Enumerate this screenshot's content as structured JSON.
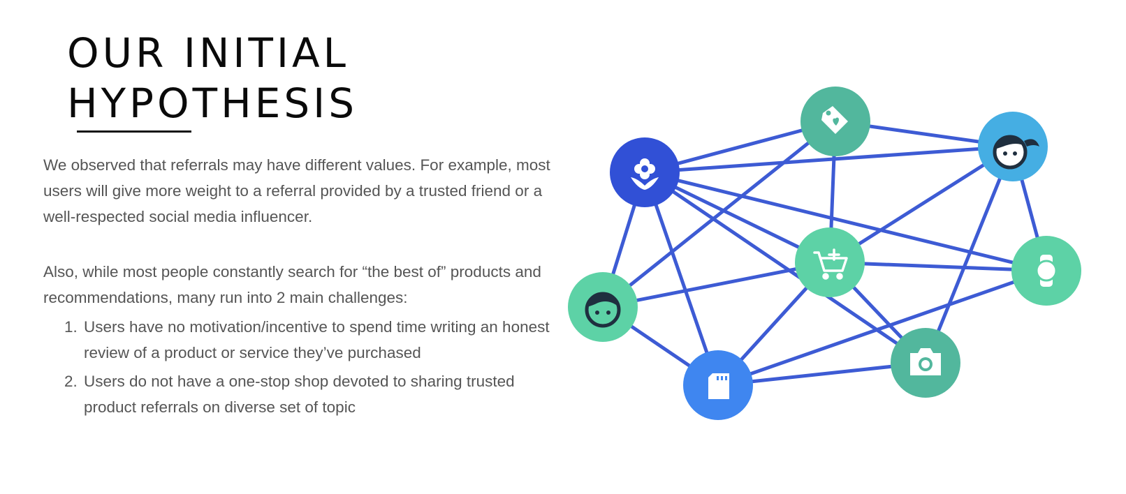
{
  "header": {
    "title_line_1": "OUR INITIAL",
    "title_line_2": "HYPOTHESIS"
  },
  "content": {
    "paragraph_1": "We observed that referrals may have different values. For example, most users will give more weight to a referral provided by a trusted friend or a well-respected social media influencer.",
    "paragraph_2": "Also, while most people constantly search for “the best of” products and recommendations, many run into 2 main challenges:",
    "challenges": [
      {
        "number": "1.",
        "text": "Users have no motivation/incentive to spend time writing an honest review of a product or service they’ve purchased"
      },
      {
        "number": "2.",
        "text": "Users do not have a one-stop shop devoted to sharing trusted product referrals on diverse set of topic"
      }
    ]
  },
  "illustration": {
    "edge_color": "#3d5bd4",
    "node_colors": {
      "dark_blue": "#3150d6",
      "light_blue": "#45aee3",
      "bright_blue": "#3f86f0",
      "green": "#5dd2a6",
      "teal": "#52b79d",
      "icon_dark": "#1f2f3f",
      "icon_light": "#ffffff"
    },
    "nodes": [
      {
        "name": "flower-icon"
      },
      {
        "name": "tag-heart-icon"
      },
      {
        "name": "girl-face-icon"
      },
      {
        "name": "cart-add-icon"
      },
      {
        "name": "watch-icon"
      },
      {
        "name": "boy-face-icon"
      },
      {
        "name": "sd-card-icon"
      },
      {
        "name": "camera-icon"
      }
    ]
  }
}
